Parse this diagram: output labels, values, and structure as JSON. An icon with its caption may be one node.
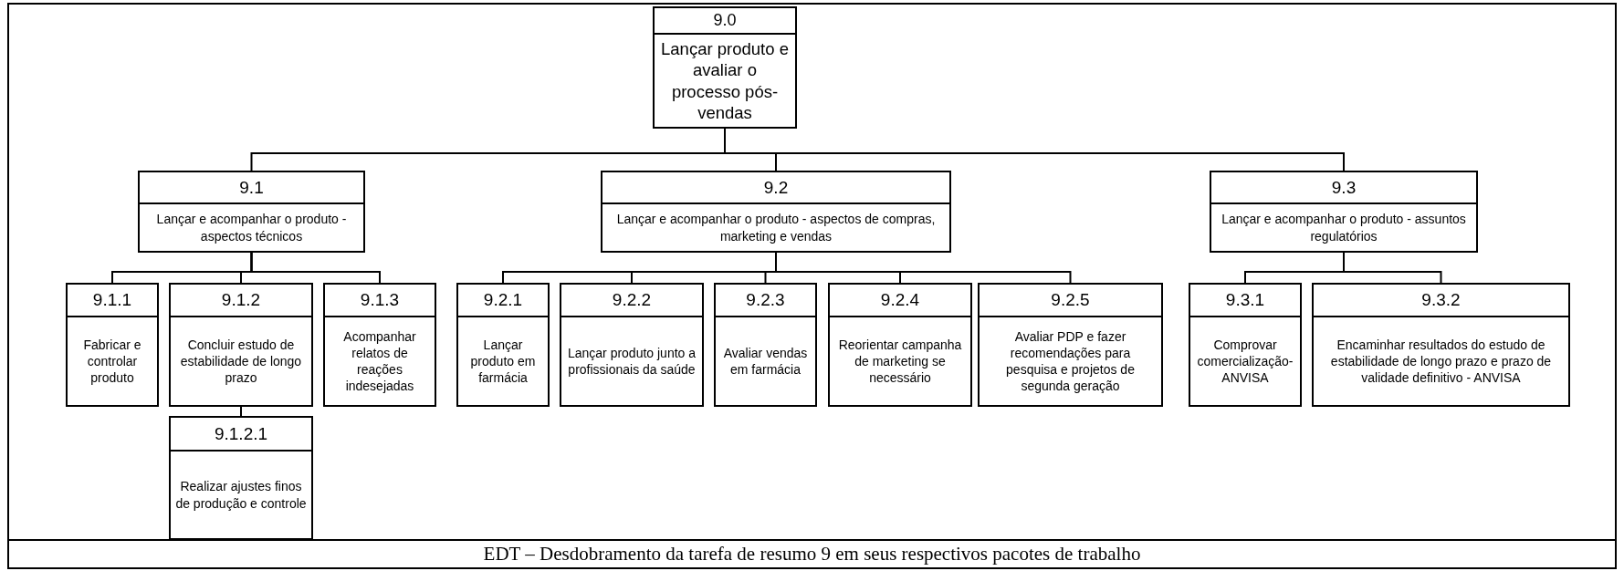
{
  "diagram": {
    "caption": "EDT – Desdobramento da tarefa de resumo 9 em seus respectivos pacotes de trabalho",
    "nodes": [
      {
        "text": [
          "9.0",
          "Lançar produto e avaliar o processo pós-vendas"
        ]
      },
      {
        "text": [
          "9.1",
          "Lançar e acompanhar o produto - aspectos técnicos"
        ]
      },
      {
        "text": [
          "9.2",
          "Lançar e acompanhar o produto - aspectos de compras, marketing e vendas"
        ]
      },
      {
        "text": [
          "9.3",
          "Lançar e acompanhar o produto - assuntos regulatórios"
        ]
      },
      {
        "text": [
          "9.1.1",
          "Fabricar e controlar produto"
        ]
      },
      {
        "text": [
          "9.1.2",
          "Concluir estudo de estabilidade de longo prazo"
        ]
      },
      {
        "text": [
          "9.1.2.1",
          "Realizar ajustes finos de produção e controle"
        ]
      },
      {
        "text": [
          "9.1.3",
          "Acompanhar relatos de reações indesejadas"
        ]
      },
      {
        "text": [
          "9.2.1",
          "Lançar produto em farmácia"
        ]
      },
      {
        "text": [
          "9.2.2",
          "Lançar produto junto a profissionais da saúde"
        ]
      },
      {
        "text": [
          "9.2.3",
          "Avaliar vendas em farmácia"
        ]
      },
      {
        "text": [
          "9.2.4",
          "Reorientar campanha de marketing se necessário"
        ]
      },
      {
        "text": [
          "9.2.5",
          "Avaliar PDP e fazer recomendações para pesquisa e projetos de segunda geração"
        ]
      },
      {
        "text": [
          "9.3.1",
          "Comprovar comercialização-ANVISA"
        ]
      },
      {
        "text": [
          "9.3.2",
          "Encaminhar resultados do estudo de estabilidade de longo prazo e prazo de validade definitivo - ANVISA"
        ]
      }
    ],
    "edges": [
      {
        "from": 0,
        "to": 1,
        "arrow": "none"
      },
      {
        "from": 0,
        "to": 2,
        "arrow": "none"
      },
      {
        "from": 0,
        "to": 3,
        "arrow": "none"
      },
      {
        "from": 1,
        "to": 4,
        "arrow": "none"
      },
      {
        "from": 1,
        "to": 5,
        "arrow": "none"
      },
      {
        "from": 5,
        "to": 6,
        "arrow": "none"
      },
      {
        "from": 1,
        "to": 7,
        "arrow": "none"
      },
      {
        "from": 2,
        "to": 8,
        "arrow": "none"
      },
      {
        "from": 2,
        "to": 9,
        "arrow": "none"
      },
      {
        "from": 2,
        "to": 10,
        "arrow": "none"
      },
      {
        "from": 2,
        "to": 11,
        "arrow": "none"
      },
      {
        "from": 2,
        "to": 12,
        "arrow": "none"
      },
      {
        "from": 3,
        "to": 13,
        "arrow": "none"
      },
      {
        "from": 3,
        "to": 14,
        "arrow": "none"
      }
    ]
  }
}
